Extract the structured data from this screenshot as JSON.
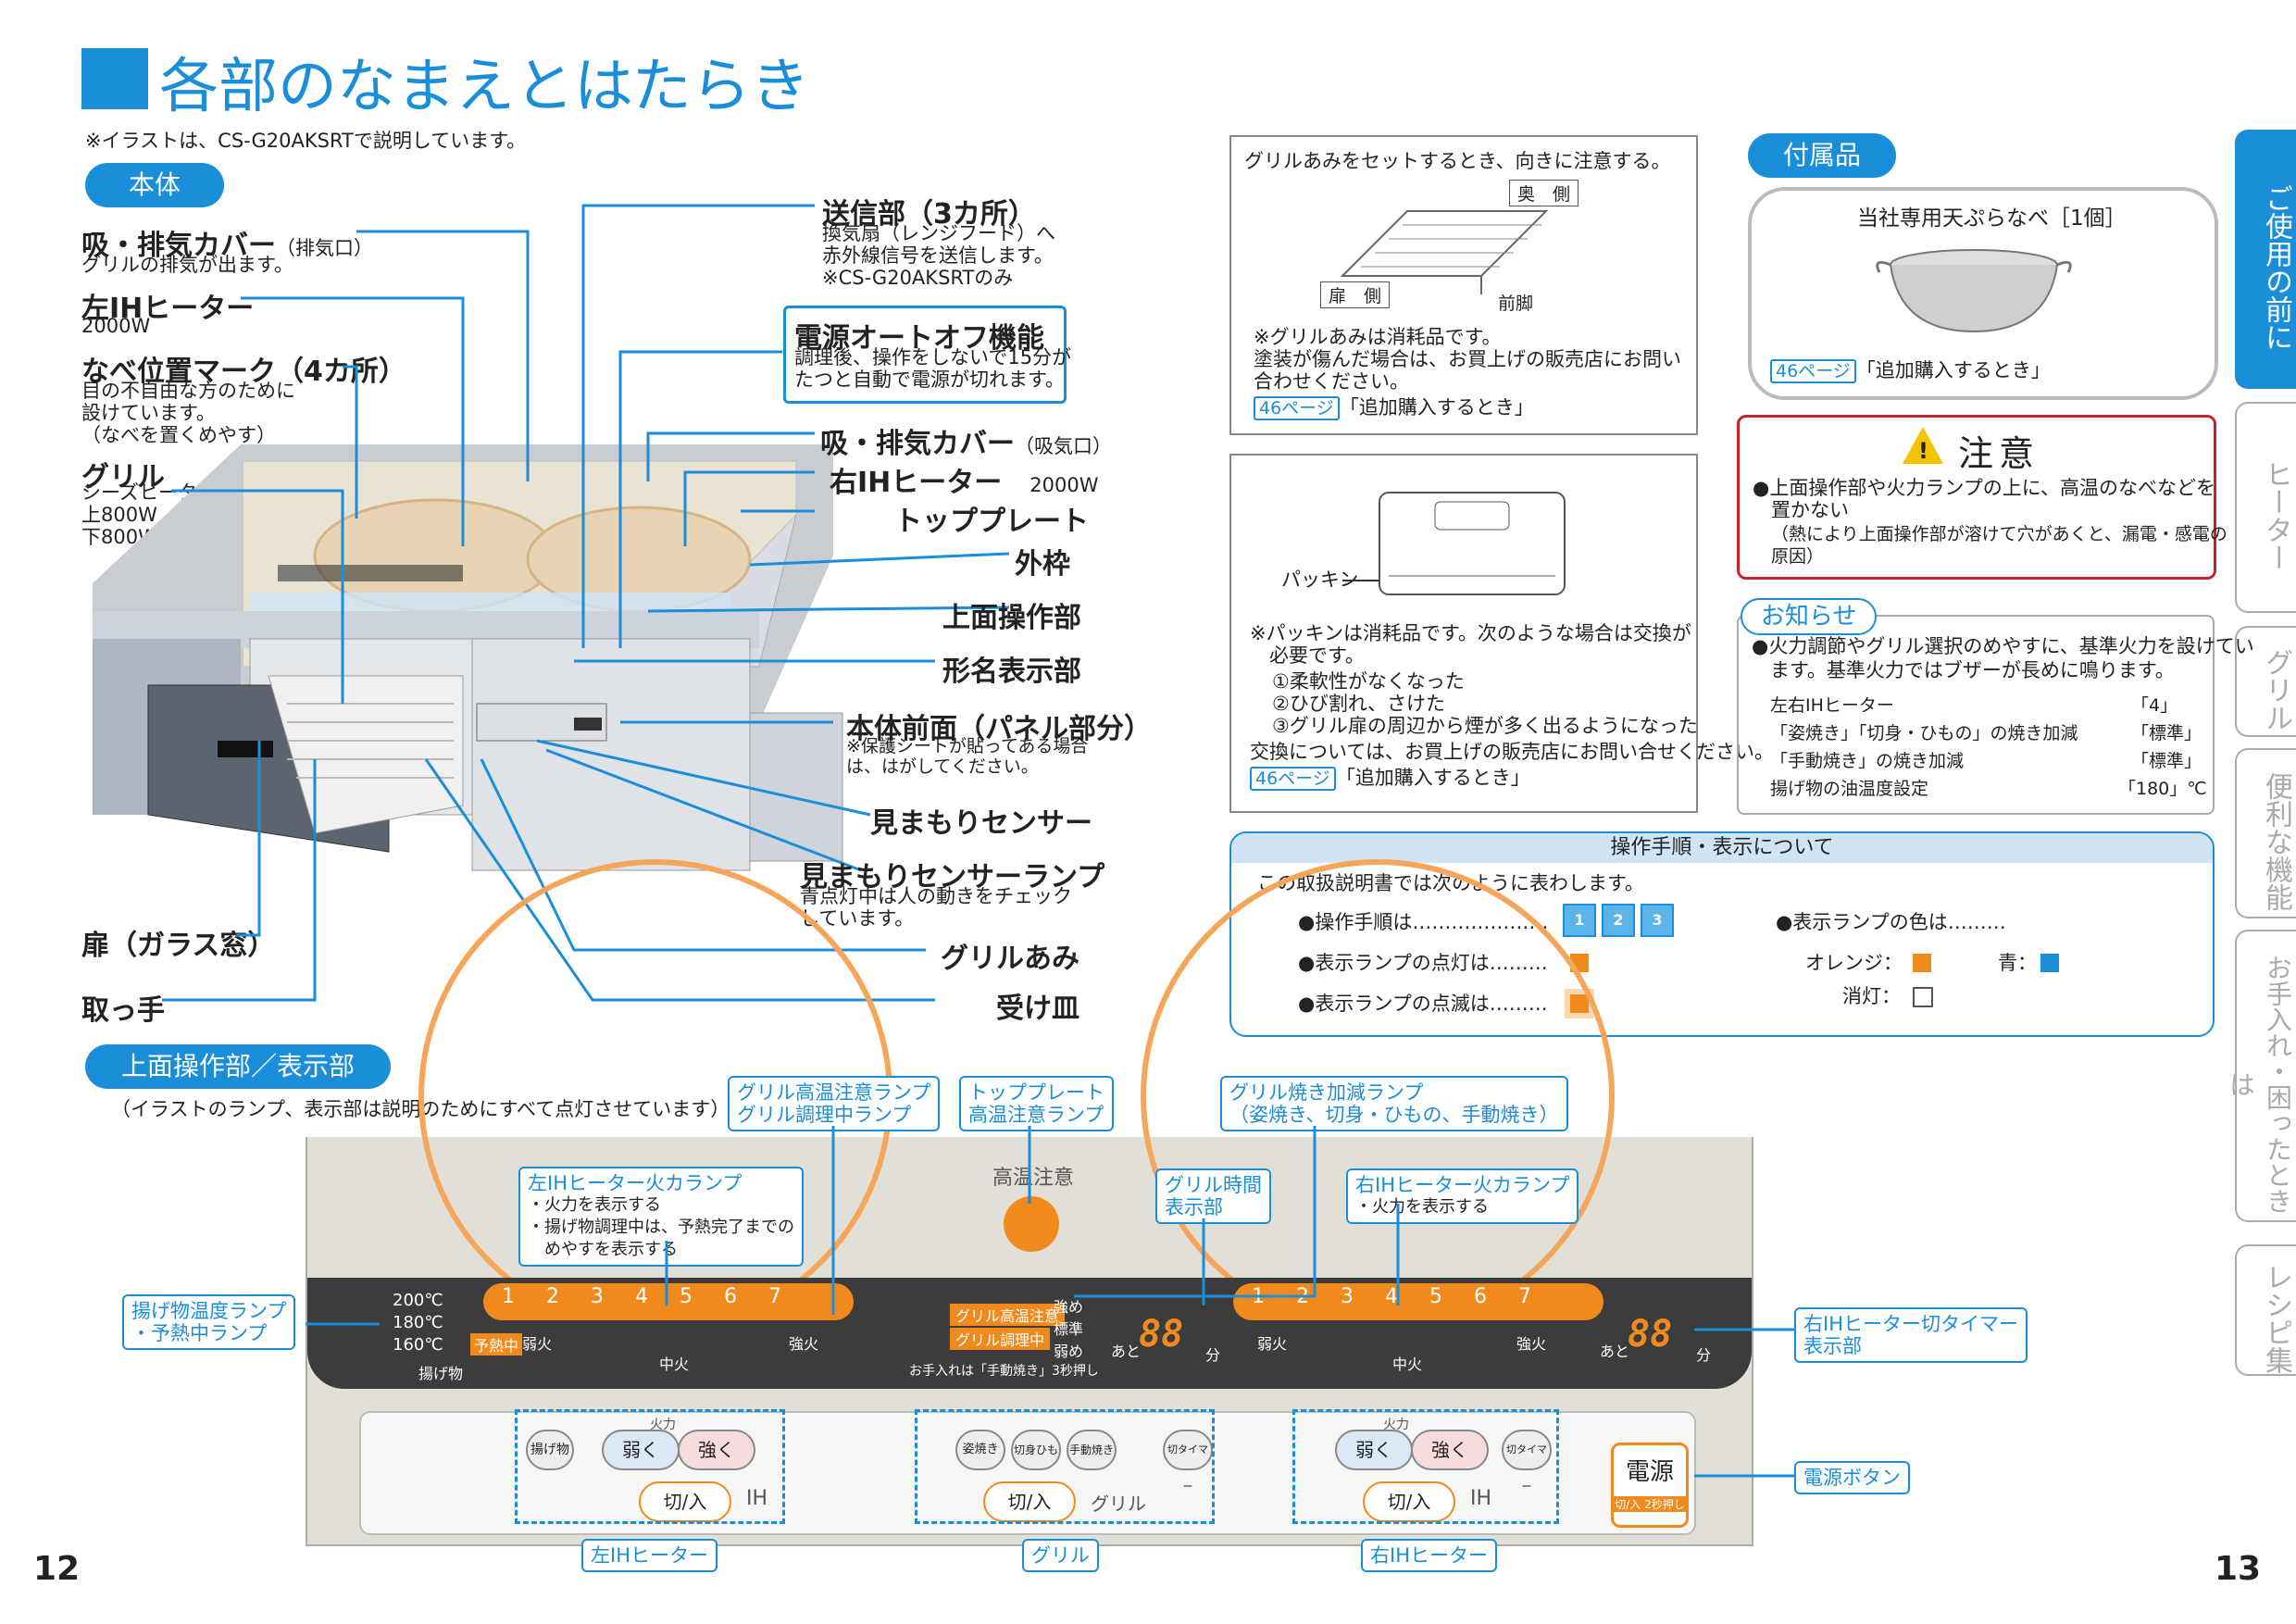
{
  "title": "各部のなまえとはたらき",
  "note_illustration": "※イラストは、CS-G20AKSRTで説明しています。",
  "section_body": "本体",
  "section_panel": "上面操作部／表示部",
  "panel_note": "（イラストのランプ、表示部は説明のためにすべて点灯させています）",
  "page_left": "12",
  "page_right": "13",
  "left_labels": [
    {
      "name": "吸・排気カバー",
      "suffix": "（排気口）",
      "desc": [
        "グリルの排気が出ます。"
      ]
    },
    {
      "name": "左IHヒーター",
      "suffix": "",
      "desc": [
        "2000W"
      ]
    },
    {
      "name": "なべ位置マーク（4カ所）",
      "suffix": "",
      "desc": [
        "目の不自由な方のために",
        "設けています。",
        "（なべを置くめやす）"
      ]
    },
    {
      "name": "グリル",
      "suffix": "",
      "desc": [
        "シーズヒーター",
        "上800W",
        "下800W"
      ]
    },
    {
      "name": "扉（ガラス窓）",
      "suffix": "",
      "desc": []
    },
    {
      "name": "取っ手",
      "suffix": "",
      "desc": []
    }
  ],
  "right_labels": {
    "sender": {
      "name": "送信部（3カ所）",
      "desc": [
        "換気扇（レンジフード）へ",
        "赤外線信号を送信します。",
        "※CS-G20AKSRTのみ"
      ]
    },
    "auto_off": {
      "name": "電源オートオフ機能",
      "desc": [
        "調理後、操作をしないで15分が",
        "たつと自動で電源が切れます。"
      ]
    },
    "intake": {
      "name": "吸・排気カバー",
      "suffix": "（吸気口）"
    },
    "right_ih": {
      "name": "右IHヒーター",
      "suffix": "2000W"
    },
    "top_plate": "トッププレート",
    "frame": "外枠",
    "top_control": "上面操作部",
    "model_display": "形名表示部",
    "front_panel": {
      "name": "本体前面（パネル部分）",
      "desc": [
        "※保護シートが貼ってある場合",
        "は、はがしてください。"
      ]
    },
    "sensor": "見まもりセンサー",
    "sensor_lamp": {
      "name": "見まもりセンサーランプ",
      "desc": [
        "青点灯中は人の動きをチェック",
        "しています。"
      ]
    },
    "grill_net": "グリルあみ",
    "tray": "受け皿"
  },
  "grill_box": {
    "heading": "グリルあみをセットするとき、向きに注意する。",
    "back": "奥　側",
    "door": "扉　側",
    "front_leg": "前脚",
    "notes": [
      "※グリルあみは消耗品です。",
      "塗装が傷んだ場合は、お買上げの販売店にお問い",
      "合わせください。"
    ],
    "ref_page": "46ページ",
    "ref_text": "「追加購入するとき」"
  },
  "packing_box": {
    "packing": "パッキン",
    "notes": [
      "※パッキンは消耗品です。次のような場合は交換が",
      "　必要です。"
    ],
    "items": [
      "①柔軟性がなくなった",
      "②ひび割れ、さけた",
      "③グリル扉の周辺から煙が多く出るようになった"
    ],
    "footer": "交換については、お買上げの販売店にお問い合せください。",
    "ref_page": "46ページ",
    "ref_text": "「追加購入するとき」"
  },
  "accessory": {
    "heading": "付属品",
    "item": "当社専用天ぷらなべ［1個］",
    "ref_page": "46ページ",
    "ref_text": "「追加購入するとき」"
  },
  "caution": {
    "heading": "注意",
    "lines": [
      "●上面操作部や火力ランプの上に、高温のなべなどを",
      "置かない"
    ],
    "sub": [
      "（熱により上面操作部が溶けて穴があくと、漏電・感電の",
      "原因）"
    ]
  },
  "notice": {
    "heading": "お知らせ",
    "lines": [
      "●火力調節やグリル選択のめやすに、基準火力を設けてい",
      "ます。基準火力ではブザーが長めに鳴ります。"
    ],
    "rows": [
      {
        "k": "左右IHヒーター",
        "v": "「4」"
      },
      {
        "k": "「姿焼き」「切身・ひもの」の焼き加減",
        "v": "「標準」"
      },
      {
        "k": "「手動焼き」の焼き加減",
        "v": "「標準」"
      },
      {
        "k": "揚げ物の油温度設定",
        "v": "「180」℃"
      }
    ]
  },
  "procedure": {
    "heading": "操作手順・表示について",
    "intro": "この取扱説明書では次のように表わします。",
    "steps_label": "●操作手順は…………………",
    "steps": [
      "1",
      "2",
      "3"
    ],
    "lit_label": "●表示ランプの点灯は………",
    "blink_label": "●表示ランプの点滅は………",
    "color_label": "●表示ランプの色は………",
    "orange": "オレンジ：",
    "blue": "青：",
    "off": "消灯："
  },
  "panel_callouts": {
    "grill_high_temp": [
      "グリル高温注意ランプ",
      "グリル調理中ランプ"
    ],
    "top_plate_temp": [
      "トッププレート",
      "高温注意ランプ"
    ],
    "grill_adjust": [
      "グリル焼き加減ランプ",
      "（姿焼き、切身・ひもの、手動焼き）"
    ],
    "left_ih_lamp": {
      "title": "左IHヒーター火カランプ",
      "lines": [
        "・火力を表示する",
        "・揚げ物調理中は、予熱完了までの",
        "　めやすを表示する"
      ]
    },
    "grill_time": [
      "グリル時間",
      "表示部"
    ],
    "right_ih_lamp": {
      "title": "右IHヒーター火カランプ",
      "lines": [
        "・火力を表示する"
      ]
    },
    "fry_temp": [
      "揚げ物温度ランプ",
      "・予熱中ランプ"
    ],
    "right_timer": [
      "右IHヒーター切タイマー",
      "表示部"
    ],
    "power_button": "電源ボタン",
    "group_left": "左IHヒーター",
    "group_grill": "グリル",
    "group_right": "右IHヒーター"
  },
  "panel": {
    "high_temp": "高温注意",
    "scale": [
      "1",
      "2",
      "3",
      "4",
      "5",
      "6",
      "7"
    ],
    "weak": "弱火",
    "mid": "中火",
    "strong": "強火",
    "fry_temps": [
      "200℃",
      "180℃",
      "160℃"
    ],
    "preheat": "予熱中",
    "fry_label": "揚げ物",
    "grill_lamps": [
      "グリル高温注意",
      "グリル調理中"
    ],
    "grill_levels": [
      "強め",
      "標準",
      "弱め"
    ],
    "grill_hint": "お手入れは「手動焼き」3秒押し",
    "digits": "88",
    "ato": "あと",
    "fun": "分",
    "karyoku": "火力",
    "fry_btn": "揚げ物",
    "weak_btn": "弱く",
    "strong_btn": "強く",
    "onoff": "切/入",
    "ih": "IH",
    "grill_btns": [
      "姿焼き",
      "切身ひもの",
      "手動焼き"
    ],
    "timer_btn": "切タイマー",
    "grill_word": "グリル",
    "power": "電源",
    "power_sub": "切/入 2秒押し"
  },
  "tabs": [
    "ご使用の前に",
    "ヒーター",
    "グリル",
    "便利な機能",
    "お手入れ・困ったときは",
    "レシピ集"
  ]
}
